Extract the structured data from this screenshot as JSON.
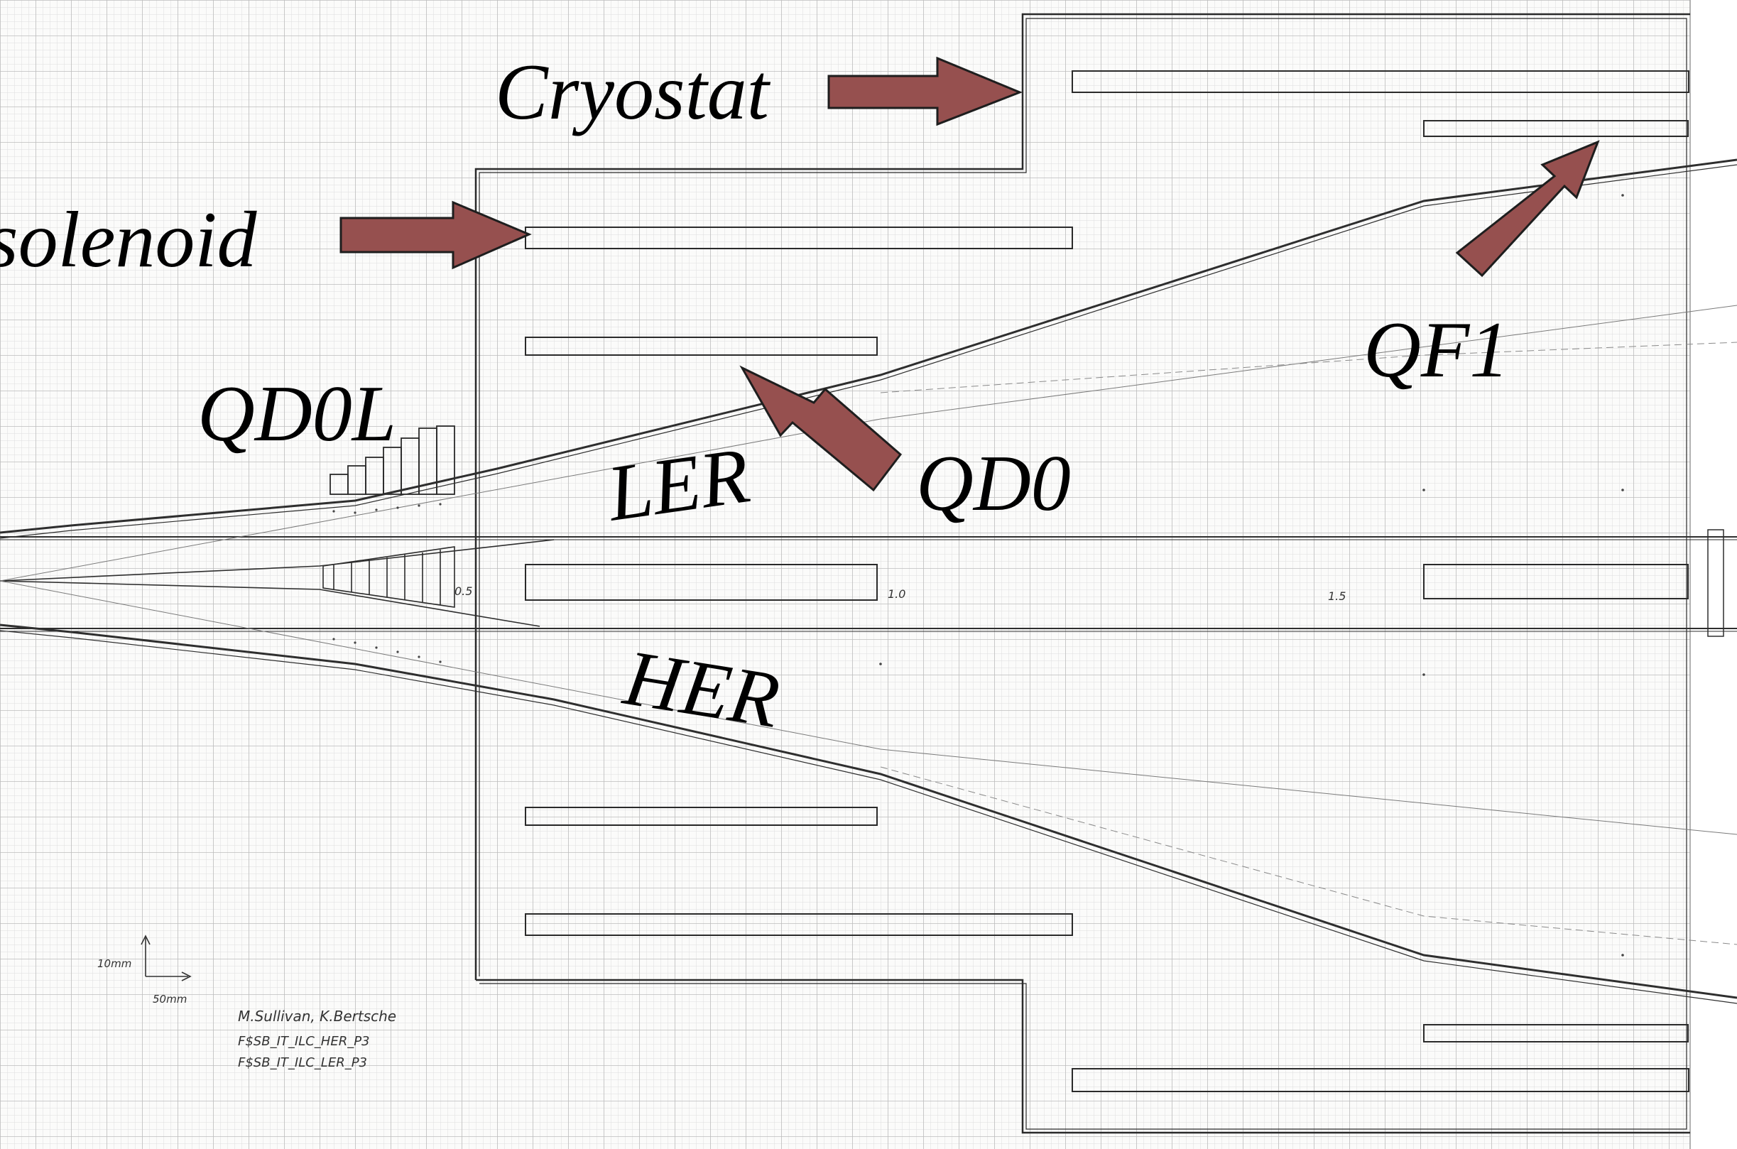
{
  "labels": {
    "cryostat": "Cryostat",
    "solenoid": "solenoid",
    "qd0l": "QD0L",
    "ler": "LER",
    "qd0": "QD0",
    "her": "HER",
    "qf1": "QF1"
  },
  "axis_ticks": {
    "t05": "0.5",
    "t10": "1.0",
    "t15": "1.5"
  },
  "scale": {
    "vertical": "10mm",
    "horizontal": "50mm"
  },
  "credits": {
    "authors": "M.Sullivan, K.Bertsche",
    "file1": "F$SB_IT_ILC_HER_P3",
    "file2": "F$SB_IT_ILC_LER_P3"
  },
  "colors": {
    "arrow_fill": "#96504f",
    "arrow_stroke": "#1e1e1e",
    "grid_minor": "#dcdcdc",
    "grid_major": "#bdbdbd",
    "ink": "#2a2a2a"
  }
}
